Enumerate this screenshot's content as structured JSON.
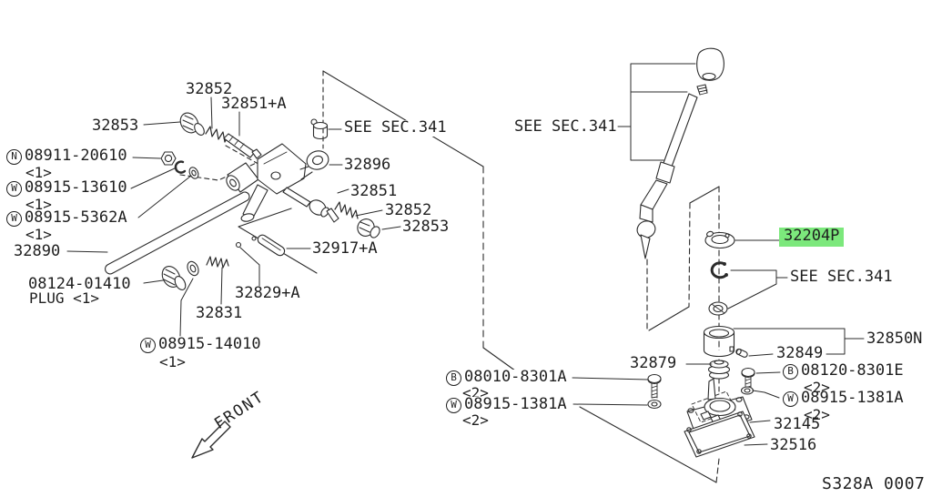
{
  "diagram": {
    "colors": {
      "highlight": "#7ce87c",
      "line": "#2b2b2b",
      "text": "#1f1f1f",
      "background": "#ffffff"
    },
    "front_arrow_label": "FRONT",
    "code": "S328A 0007",
    "labels": {
      "spring_top": "32852",
      "stud_32851a": "32851+A",
      "cap_top": "32853",
      "nut_08911": {
        "code": "N",
        "num": "08911-20610",
        "qty": "<1>"
      },
      "washer_13610": {
        "code": "W",
        "num": "08915-13610",
        "qty": "<1>"
      },
      "washer_5362": {
        "code": "W",
        "num": "08915-5362A",
        "qty": "<1>"
      },
      "rod_32890": "32890",
      "plug_08124": {
        "num": "08124-01410",
        "line2": "PLUG <1>"
      },
      "spring_32831": "32831",
      "pin_32829": "32829+A",
      "washer_14010": {
        "code": "W",
        "num": "08915-14010",
        "qty": "<1>"
      },
      "see_sec_mid": "SEE SEC.341",
      "bracket_32896": "32896",
      "pin_32851": "32851",
      "spring_mid": "32852",
      "cap_mid": "32853",
      "rod_32917": "32917+A",
      "see_sec_top": "SEE SEC.341",
      "seat_32204p": "32204P",
      "see_sec_right": "SEE SEC.341",
      "holder_32850n": "32850N",
      "pin_32849": "32849",
      "boot_32879": "32879",
      "bolt_08010": {
        "code": "B",
        "num": "08010-8301A",
        "qty": "<2>"
      },
      "washer_1381_left": {
        "code": "W",
        "num": "08915-1381A",
        "qty": "<2>"
      },
      "bolt_08120": {
        "code": "B",
        "num": "08120-8301E",
        "qty": "<2>"
      },
      "washer_1381_right": {
        "code": "W",
        "num": "08915-1381A",
        "qty": "<2>"
      },
      "housing_32145": "32145",
      "gasket_32516": "32516"
    }
  }
}
